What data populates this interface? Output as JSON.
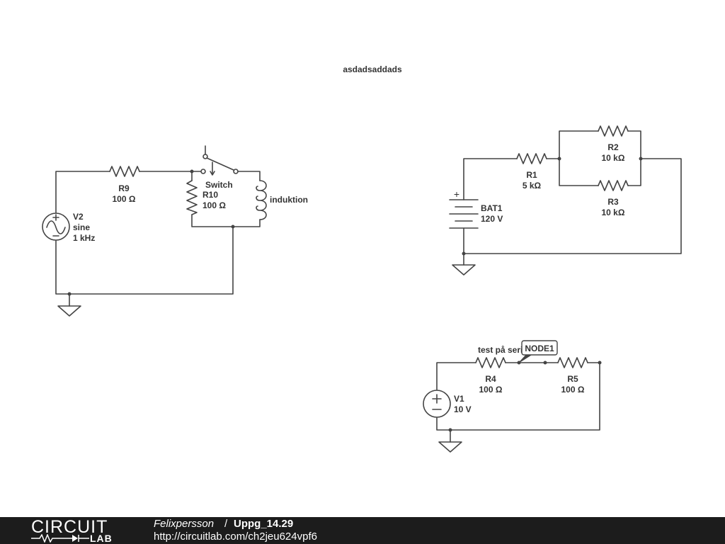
{
  "diagram": {
    "title": "asdadsaddads",
    "circuit1": {
      "R9": {
        "name": "R9",
        "value": "100 Ω"
      },
      "R10": {
        "name": "R10",
        "value": "100 Ω"
      },
      "switch": {
        "name": "Switch"
      },
      "inductor": {
        "name": "induktion"
      },
      "V2": {
        "name": "V2",
        "type": "sine",
        "freq": "1 kHz"
      }
    },
    "circuit2": {
      "R1": {
        "name": "R1",
        "value": "5 kΩ"
      },
      "R2": {
        "name": "R2",
        "value": "10 kΩ"
      },
      "R3": {
        "name": "R3",
        "value": "10 kΩ"
      },
      "BAT1": {
        "name": "BAT1",
        "value": "120 V",
        "plus": "+"
      }
    },
    "circuit3": {
      "label": "test på serikoppling",
      "node": "NODE1",
      "R4": {
        "name": "R4",
        "value": "100 Ω"
      },
      "R5": {
        "name": "R5",
        "value": "100 Ω"
      },
      "V1": {
        "name": "V1",
        "value": "10 V"
      }
    }
  },
  "footer": {
    "logo_top": "CIRCUIT",
    "logo_bottom": "LAB",
    "author": "Felixpersson",
    "separator": "/",
    "name": "Uppg_14.29",
    "url": "http://circuitlab.com/ch2jeu624vpf6"
  }
}
